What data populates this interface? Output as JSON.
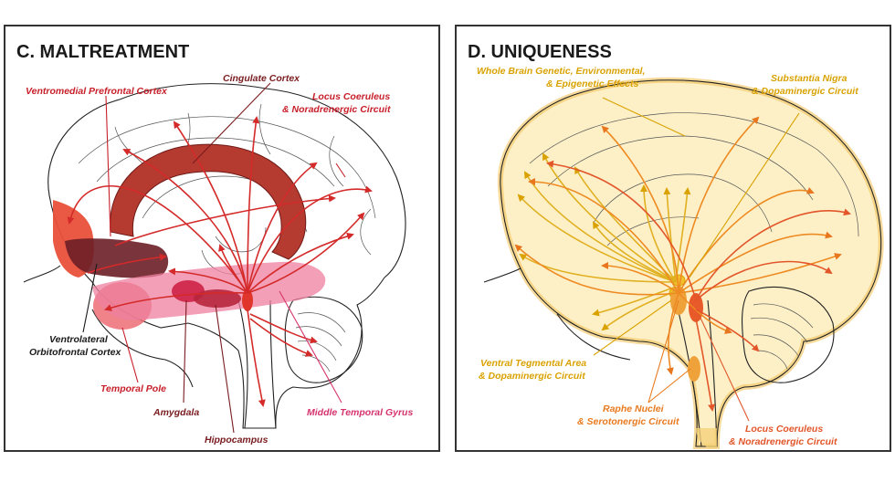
{
  "panel_c": {
    "title": "C. MALTREATMENT",
    "labels": {
      "vmpfc": "Ventromedial Prefrontal Cortex",
      "cingulate": "Cingulate Cortex",
      "lc_line1": "Locus Coeruleus",
      "lc_line2": "& Noradrenergic Circuit",
      "vlofc_line1": "Ventrolateral",
      "vlofc_line2": "Orbitofrontal Cortex",
      "temporal_pole": "Temporal Pole",
      "amygdala": "Amygdala",
      "hippocampus": "Hippocampus",
      "mtg": "Middle Temporal Gyrus"
    }
  },
  "panel_d": {
    "title": "D. UNIQUENESS",
    "labels": {
      "whole_line1": "Whole Brain Genetic, Environmental,",
      "whole_line2": "& Epigenetic Effects",
      "sn_line1": "Substantia Nigra",
      "sn_line2": "& Dopaminergic Circuit",
      "vta_line1": "Ventral Tegmental Area",
      "vta_line2": "& Dopaminergic Circuit",
      "raphe_line1": "Raphe Nuclei",
      "raphe_line2": "& Serotonergic Circuit",
      "lc_line1": "Locus Coeruleus",
      "lc_line2": "& Noradrenergic Circuit"
    }
  },
  "colors": {
    "red": "#c8202b",
    "dark_red": "#7a1c1f",
    "pink": "#d6336c",
    "gold": "#d9a200",
    "orange": "#e87a1f",
    "dark_orange": "#e2562a"
  }
}
